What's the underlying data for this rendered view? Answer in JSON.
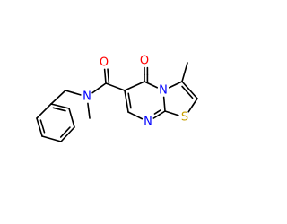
{
  "molecule": {
    "colors": {
      "bond": "#000000",
      "nitrogen": "#0000ff",
      "oxygen": "#ff0000",
      "sulfur": "#c8a000"
    },
    "atoms": [
      {
        "id": "bz1",
        "element": "C",
        "label": ""
      },
      {
        "id": "bz2",
        "element": "C",
        "label": ""
      },
      {
        "id": "bz3",
        "element": "C",
        "label": ""
      },
      {
        "id": "bz4",
        "element": "C",
        "label": ""
      },
      {
        "id": "bz5",
        "element": "C",
        "label": ""
      },
      {
        "id": "bz6",
        "element": "C",
        "label": ""
      },
      {
        "id": "ch2",
        "element": "C",
        "label": ""
      },
      {
        "id": "n_amide",
        "element": "N",
        "label": "N"
      },
      {
        "id": "me_n",
        "element": "C",
        "label": ""
      },
      {
        "id": "c_amide",
        "element": "C",
        "label": ""
      },
      {
        "id": "o_amide",
        "element": "O",
        "label": "O"
      },
      {
        "id": "c6",
        "element": "C",
        "label": ""
      },
      {
        "id": "c5",
        "element": "C",
        "label": ""
      },
      {
        "id": "o_ring",
        "element": "O",
        "label": "O"
      },
      {
        "id": "n4",
        "element": "N",
        "label": "N"
      },
      {
        "id": "c3",
        "element": "C",
        "label": ""
      },
      {
        "id": "me3",
        "element": "C",
        "label": ""
      },
      {
        "id": "c2",
        "element": "C",
        "label": ""
      },
      {
        "id": "s1",
        "element": "S",
        "label": "S"
      },
      {
        "id": "c8a",
        "element": "C",
        "label": ""
      },
      {
        "id": "n8",
        "element": "N",
        "label": "N"
      },
      {
        "id": "c7",
        "element": "C",
        "label": ""
      }
    ],
    "bonds": [
      {
        "a": "bz1",
        "b": "bz2",
        "order": 2
      },
      {
        "a": "bz2",
        "b": "bz3",
        "order": 1
      },
      {
        "a": "bz3",
        "b": "bz4",
        "order": 2
      },
      {
        "a": "bz4",
        "b": "bz5",
        "order": 1
      },
      {
        "a": "bz5",
        "b": "bz6",
        "order": 2
      },
      {
        "a": "bz6",
        "b": "bz1",
        "order": 1
      },
      {
        "a": "bz1",
        "b": "ch2",
        "order": 1
      },
      {
        "a": "ch2",
        "b": "n_amide",
        "order": 1
      },
      {
        "a": "n_amide",
        "b": "me_n",
        "order": 1
      },
      {
        "a": "n_amide",
        "b": "c_amide",
        "order": 1
      },
      {
        "a": "c_amide",
        "b": "o_amide",
        "order": 2
      },
      {
        "a": "c_amide",
        "b": "c6",
        "order": 1
      },
      {
        "a": "c6",
        "b": "c5",
        "order": 1
      },
      {
        "a": "c5",
        "b": "o_ring",
        "order": 2
      },
      {
        "a": "c5",
        "b": "n4",
        "order": 1
      },
      {
        "a": "n4",
        "b": "c3",
        "order": 1
      },
      {
        "a": "c3",
        "b": "me3",
        "order": 1
      },
      {
        "a": "c3",
        "b": "c2",
        "order": 2
      },
      {
        "a": "c2",
        "b": "s1",
        "order": 1
      },
      {
        "a": "s1",
        "b": "c8a",
        "order": 1
      },
      {
        "a": "c8a",
        "b": "n4",
        "order": 1
      },
      {
        "a": "c8a",
        "b": "n8",
        "order": 2
      },
      {
        "a": "n8",
        "b": "c7",
        "order": 1
      },
      {
        "a": "c7",
        "b": "c6",
        "order": 2
      }
    ]
  }
}
